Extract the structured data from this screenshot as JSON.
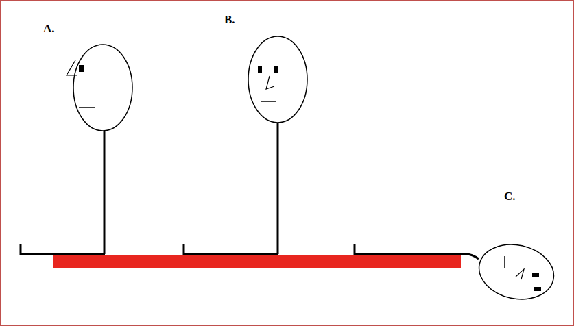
{
  "diagram": {
    "labels": [
      "A.",
      "B.",
      "C."
    ]
  }
}
